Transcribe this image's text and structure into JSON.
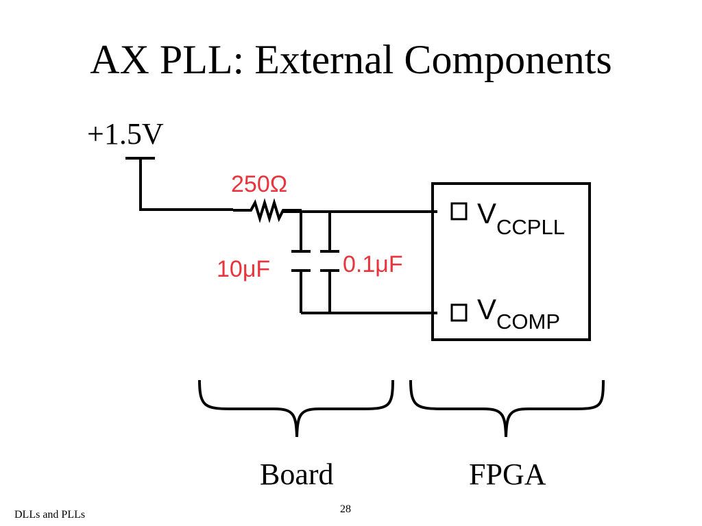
{
  "slide": {
    "title": "AX PLL: External Components",
    "footer_left": "DLLs and PLLs",
    "page_number": "28"
  },
  "diagram": {
    "supply": {
      "label": "+1.5V"
    },
    "resistor": {
      "label": "250Ω"
    },
    "capacitors": [
      {
        "label": "10μF"
      },
      {
        "label": "0.1μF"
      }
    ],
    "fpga_pins": [
      {
        "main": "V",
        "subscript": "CCPLL"
      },
      {
        "main": "V",
        "subscript": "COMP"
      }
    ],
    "regions": [
      {
        "label": "Board"
      },
      {
        "label": "FPGA"
      }
    ],
    "colors": {
      "wire": "#000000",
      "component_label": "#e8343c"
    }
  }
}
